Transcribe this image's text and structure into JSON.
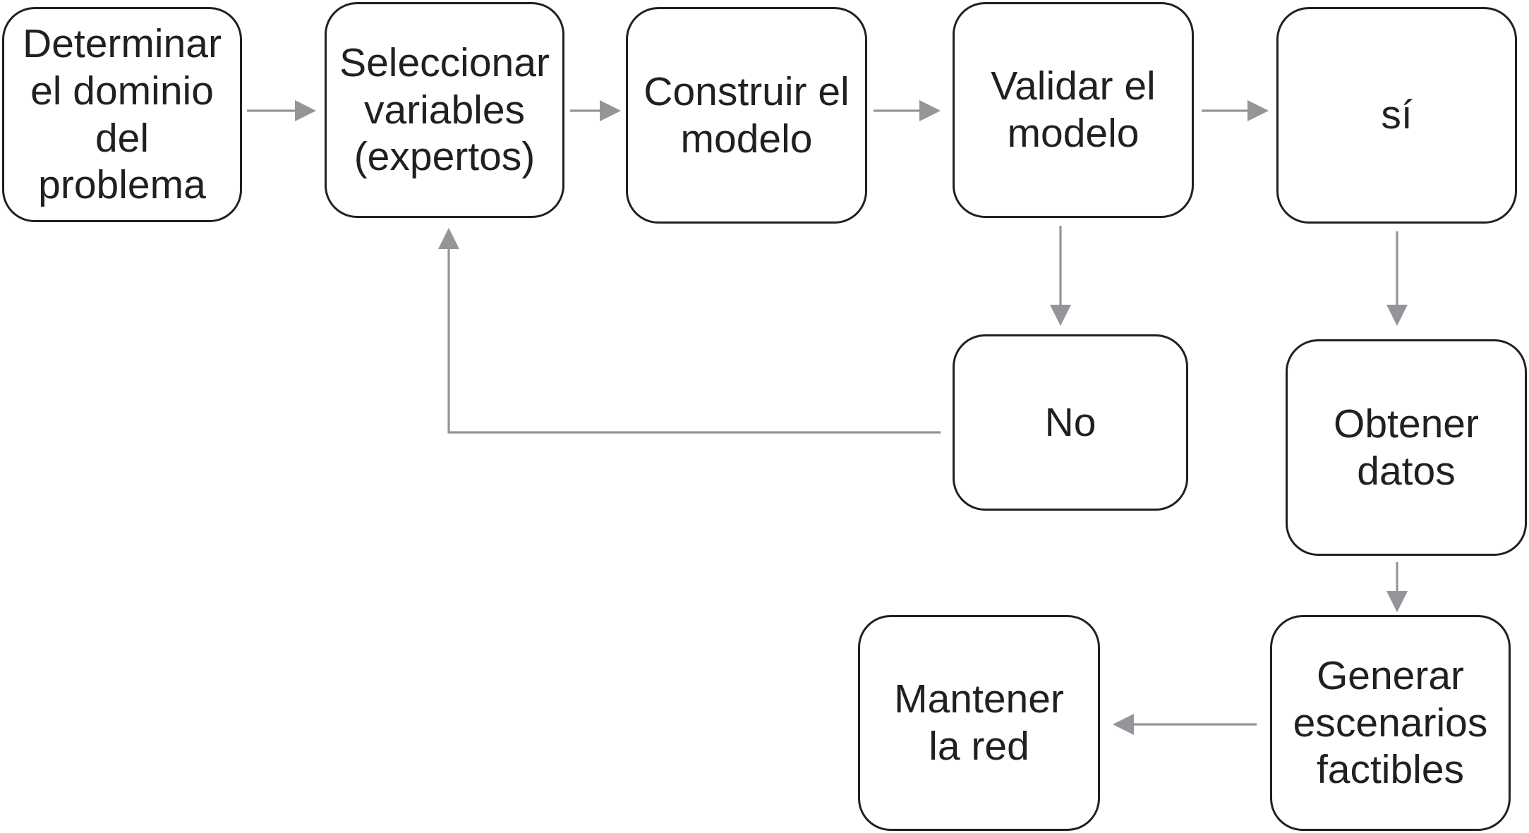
{
  "diagram": {
    "nodes": {
      "determinar": "Determinar\nel dominio\ndel\nproblema",
      "seleccionar": "Seleccionar\nvariables\n(expertos)",
      "construir": "Construir el\nmodelo",
      "validar": "Validar el\nmodelo",
      "si": "sí",
      "no": "No",
      "obtener": "Obtener\ndatos",
      "generar": "Generar\nescenarios\nfactibles",
      "mantener": "Mantener\nla red"
    },
    "colors": {
      "box_border": "#231f20",
      "text": "#231f20",
      "arrow": "#939598"
    }
  }
}
